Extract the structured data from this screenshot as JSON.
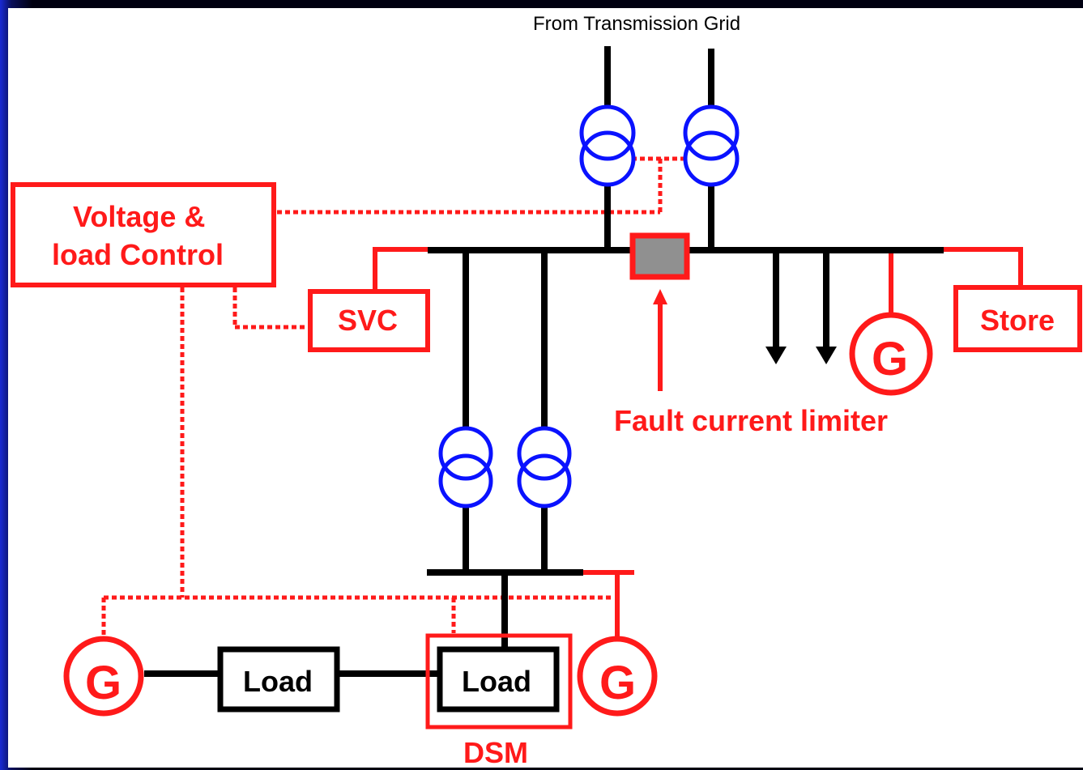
{
  "diagram": {
    "top_label": "From Transmission Grid",
    "voltage_control_line1": "Voltage &",
    "voltage_control_line2": "load Control",
    "svc": "SVC",
    "store": "Store",
    "fcl_label": "Fault current limiter",
    "generator_symbol": "G",
    "load": "Load",
    "dsm": "DSM",
    "colors": {
      "control": "#ff1a1a",
      "transformer": "#0a12ff",
      "network": "#000000",
      "fcl_fill": "#909090"
    }
  }
}
